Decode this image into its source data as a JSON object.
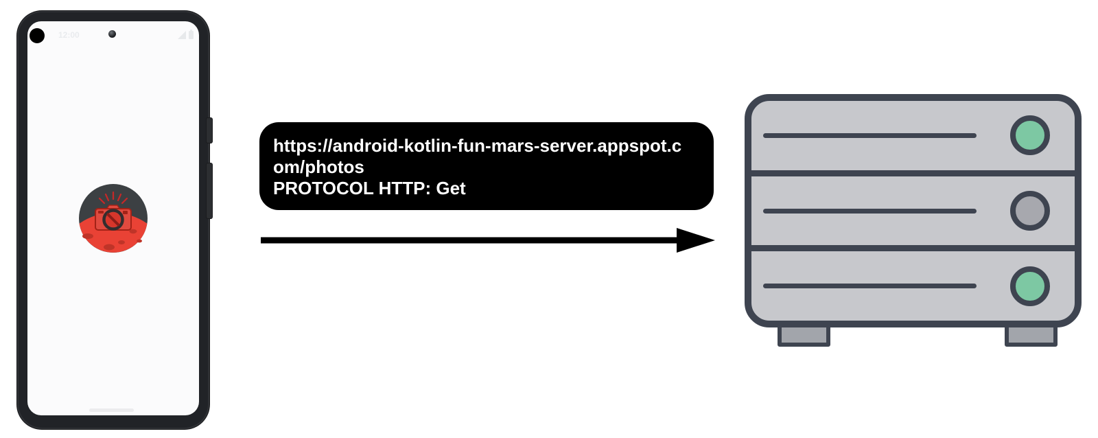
{
  "phone": {
    "status_bar": {
      "time": "12:00"
    }
  },
  "request": {
    "url": "https://android-kotlin-fun-mars-server.appspot.com/photos",
    "lines": [
      "https://android-kotlin-fun-mars-server.appspot.c",
      "om/photos",
      "PROTOCOL HTTP: Get"
    ]
  },
  "server": {
    "leds": [
      {
        "color": "#7dc8a3"
      },
      {
        "color": "#a7a8ae"
      },
      {
        "color": "#7dc8a3"
      }
    ]
  },
  "colors": {
    "background": "#ffffff",
    "arrow": "#000000",
    "bubble_bg": "#000000",
    "bubble_text": "#ffffff",
    "phone_frame": "#212327",
    "phone_screen": "#fbfbfc",
    "mars_sky": "#3c4043",
    "mars_red": "#e94235",
    "mars_crater": "#bf3428",
    "camera_red": "#e04a3f",
    "camera_outline": "#a32217",
    "server_outline": "#3e4450",
    "server_fill": "#c7c8cc",
    "server_foot": "#a2a5ab",
    "led_green": "#7dc8a3",
    "led_gray": "#a7a8ae"
  }
}
